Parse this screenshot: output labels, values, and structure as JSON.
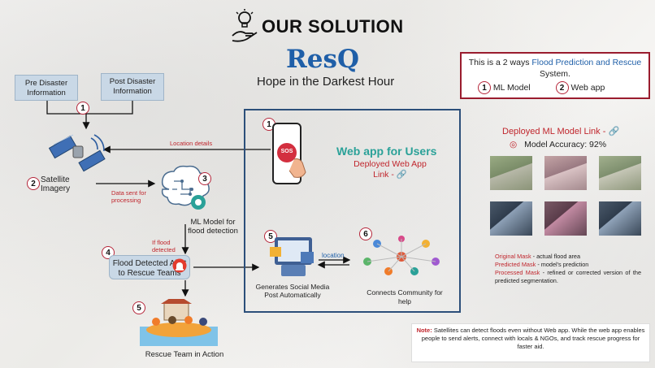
{
  "header": {
    "title": "OUR SOLUTION",
    "brand": "ResQ",
    "tagline": "Hope in the Darkest Hour"
  },
  "flow": {
    "pre_disaster": "Pre Disaster Information",
    "post_disaster": "Post Disaster Information",
    "satellite_label": "Satellite Imagery",
    "location_details": "Location details",
    "data_sent": "Data sent for processing",
    "ml_model_label": "ML Model for flood detection",
    "if_flood": "If flood detected",
    "alert_label": "Flood Detected Alert to Rescue Teams",
    "rescue_label": "Rescue Team in Action",
    "n1": "1",
    "n2": "2",
    "n3": "3",
    "n4": "4",
    "n5": "5"
  },
  "webapp": {
    "title": "Web app for Users",
    "link_text": "Deployed Web App Link -",
    "sos": "SOS",
    "social_label": "Generates Social Media Post Automatically",
    "location": "location",
    "community_label": "Connects Community for help",
    "n1": "1",
    "n5": "5",
    "n6": "6"
  },
  "info": {
    "line_a": "This is a 2 ways ",
    "line_b": "Flood Prediction and Rescue",
    "line_c": " System.",
    "opt1_num": "1",
    "opt1": "ML Model",
    "opt2_num": "2",
    "opt2": "Web app"
  },
  "ml": {
    "link_text": "Deployed ML Model Link -",
    "accuracy": "Model Accuracy: 92%",
    "mask_orig_key": "Original Mask",
    "mask_orig_desc": " - actual flood area",
    "mask_pred_key": "Predicted Mask",
    "mask_pred_desc": " - model's prediction",
    "mask_proc_key": "Processed Mask",
    "mask_proc_desc": " - refined or corrected version of the predicted segmentation."
  },
  "note": {
    "label": "Note:",
    "text": " Satellites can detect floods even without Web app. While the web app enables people to send alerts, connect with locals & NGOs, and track rescue progress for faster aid."
  },
  "colors": {
    "accent_red": "#c0262d",
    "brand_blue": "#1f5fa8",
    "teal": "#2aa198",
    "box_blue": "#c9d8e6"
  }
}
